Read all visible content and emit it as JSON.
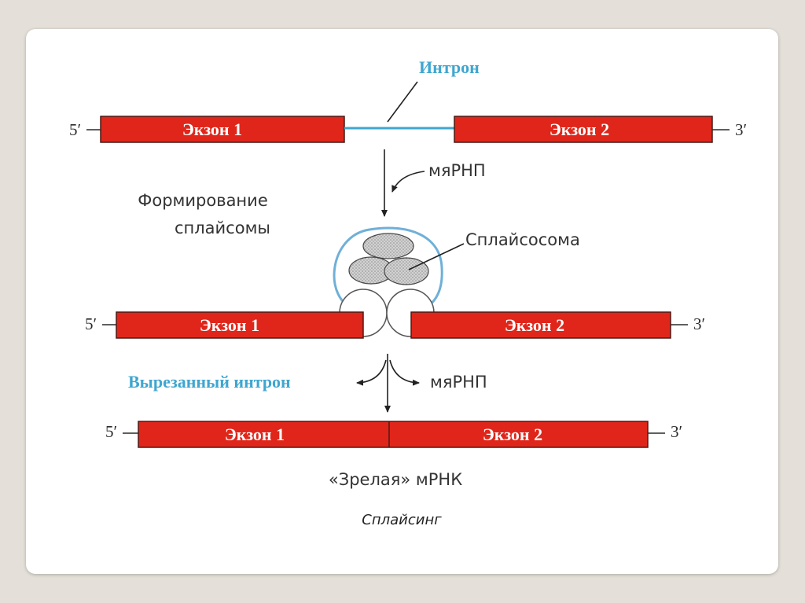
{
  "intron_label": "Интрон",
  "exon1_label": "Экзон 1",
  "exon2_label": "Экзон 2",
  "five_prime": "5′",
  "three_prime": "3′",
  "snrnp_label": "мяРНП",
  "formation_label_line1": "Формирование",
  "formation_label_line2": "сплайсомы",
  "spliceosome_label": "Сплайсосома",
  "excised_intron_label": "Вырезанный интрон",
  "mature_mrna_label": "«Зрелая» мРНК",
  "caption": "Сплайсинг",
  "colors": {
    "exon": "#e0261a",
    "intron": "#3fa6d0",
    "spliceosome_outline": "#6fb0d8"
  }
}
